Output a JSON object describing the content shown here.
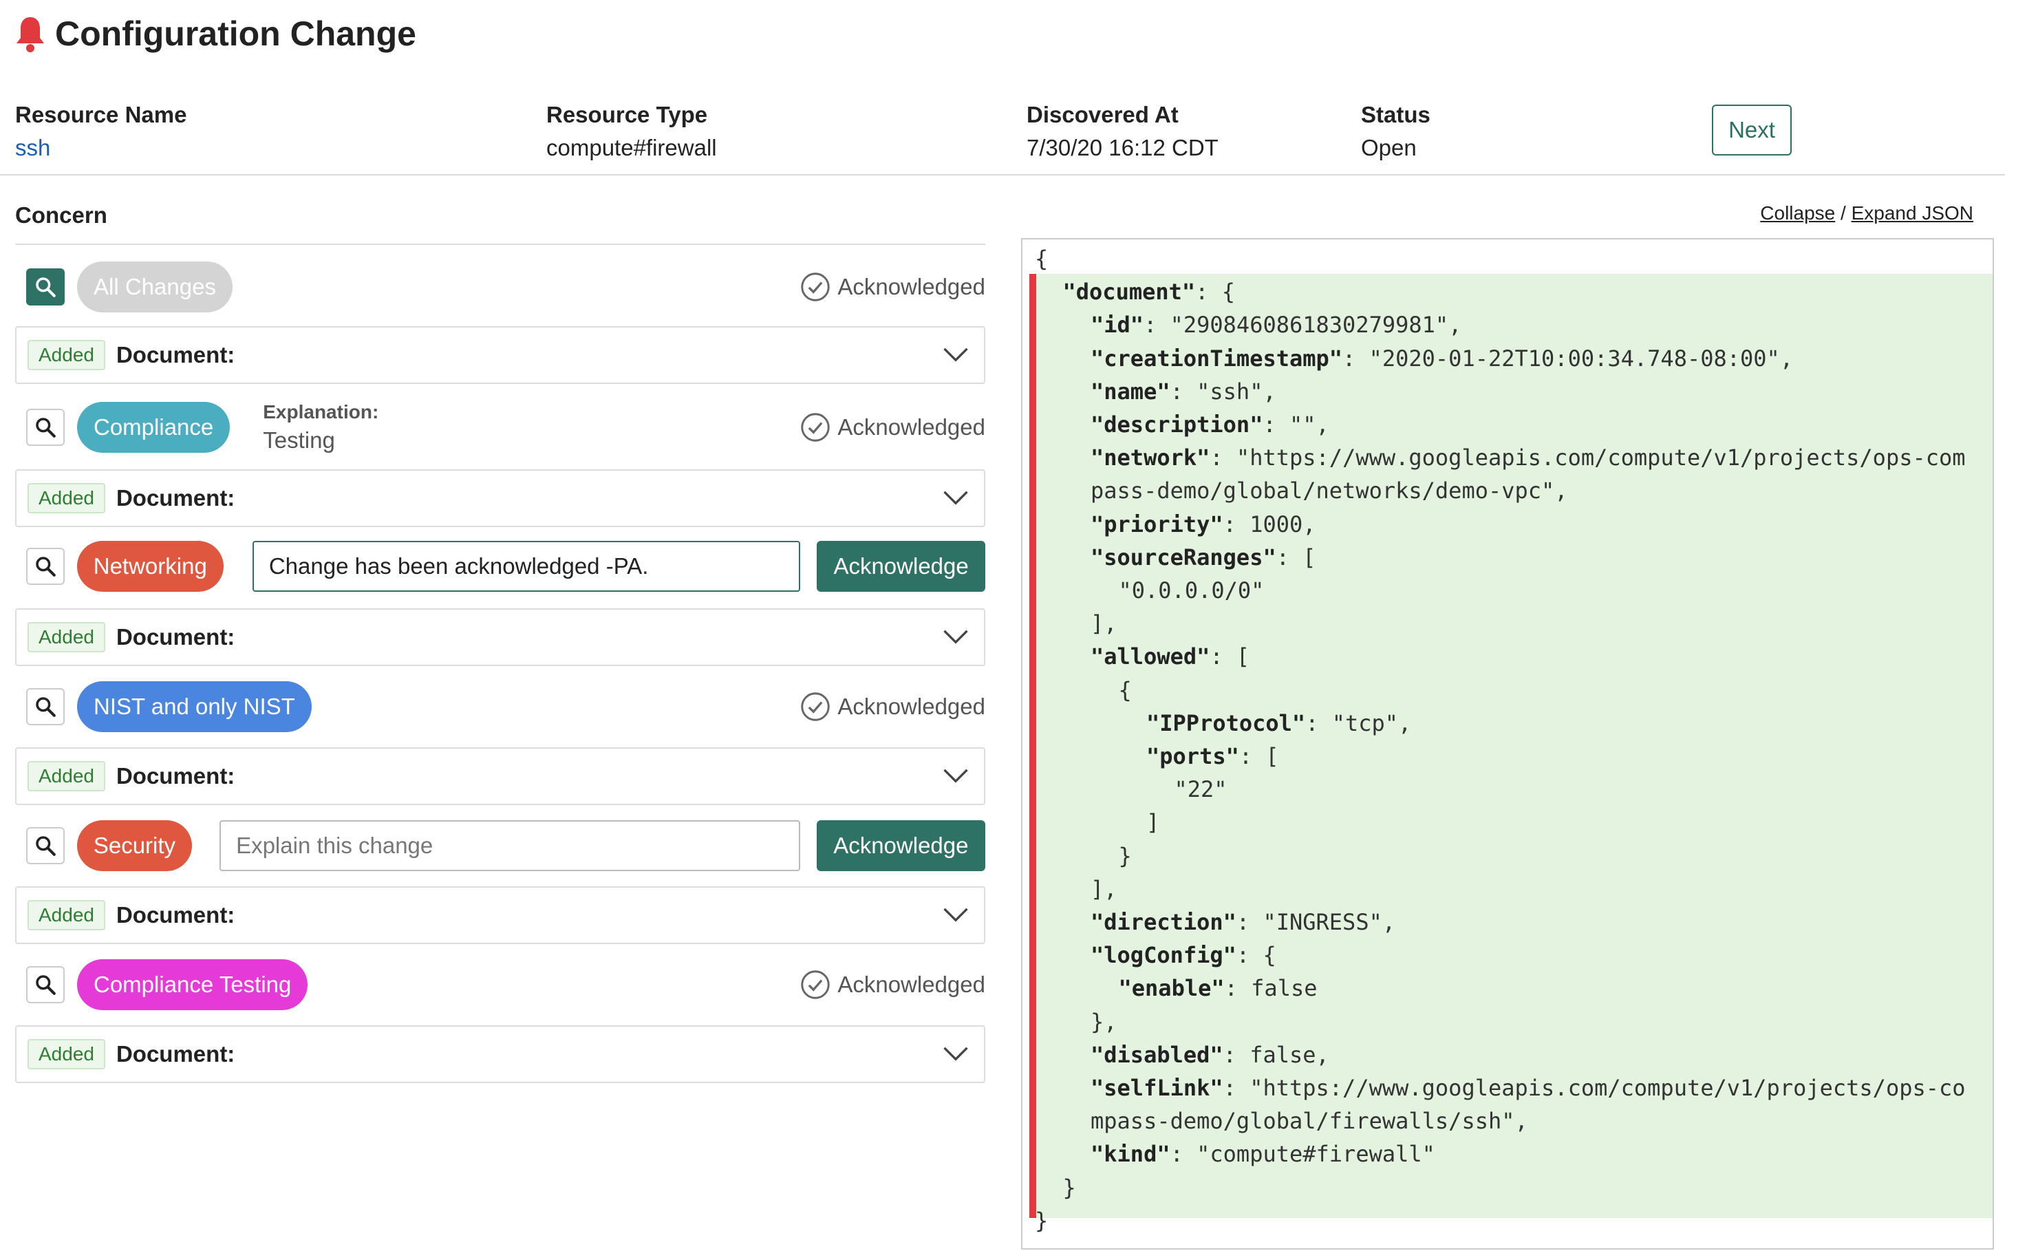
{
  "header": {
    "title": "Configuration Change",
    "resource_name_label": "Resource Name",
    "resource_name_value": "ssh",
    "resource_type_label": "Resource Type",
    "resource_type_value": "compute#firewall",
    "discovered_label": "Discovered At",
    "discovered_value": "7/30/20 16:12 CDT",
    "status_label": "Status",
    "status_value": "Open",
    "next_label": "Next"
  },
  "concern": {
    "title": "Concern",
    "collapse_label": "Collapse",
    "separator": "/",
    "expand_label": "Expand JSON",
    "changes": [
      {
        "tag": "All Changes",
        "tag_color": "#d4d4d4",
        "state": "acknowledged",
        "ack_label": "Acknowledged",
        "doc_badge": "Added",
        "doc_label": "Document:"
      },
      {
        "tag": "Compliance",
        "tag_color": "#4aaec0",
        "state": "acknowledged",
        "ack_label": "Acknowledged",
        "explanation_label": "Explanation:",
        "explanation_text": "Testing",
        "doc_badge": "Added",
        "doc_label": "Document:"
      },
      {
        "tag": "Networking",
        "tag_color": "#e0573f",
        "state": "input",
        "input_value": "Change has been acknowledged -PA.",
        "button_label": "Acknowledge",
        "doc_badge": "Added",
        "doc_label": "Document:"
      },
      {
        "tag": "NIST and only NIST",
        "tag_color": "#4a86e0",
        "state": "acknowledged",
        "ack_label": "Acknowledged",
        "doc_badge": "Added",
        "doc_label": "Document:"
      },
      {
        "tag": "Security",
        "tag_color": "#e0573f",
        "state": "input",
        "input_placeholder": "Explain this change",
        "button_label": "Acknowledge",
        "doc_badge": "Added",
        "doc_label": "Document:"
      },
      {
        "tag": "Compliance Testing",
        "tag_color": "#e53ad8",
        "state": "acknowledged",
        "ack_label": "Acknowledged",
        "doc_badge": "Added",
        "doc_label": "Document:"
      }
    ]
  },
  "json_lines": [
    {
      "indent": 0,
      "text": "{"
    },
    {
      "indent": 1,
      "key": "\"document\"",
      "rest": ": {"
    },
    {
      "indent": 2,
      "key": "\"id\"",
      "rest": ": \"2908460861830279981\","
    },
    {
      "indent": 2,
      "key": "\"creationTimestamp\"",
      "rest": ": \"2020-01-22T10:00:34.748-08:00\","
    },
    {
      "indent": 2,
      "key": "\"name\"",
      "rest": ": \"ssh\","
    },
    {
      "indent": 2,
      "key": "\"description\"",
      "rest": ": \"\","
    },
    {
      "indent": 2,
      "key": "\"network\"",
      "rest": ": \"https://www.googleapis.com/compute/v1/projects/ops-com"
    },
    {
      "indent": 2,
      "text": "pass-demo/global/networks/demo-vpc\","
    },
    {
      "indent": 2,
      "key": "\"priority\"",
      "rest": ": 1000,"
    },
    {
      "indent": 2,
      "key": "\"sourceRanges\"",
      "rest": ": ["
    },
    {
      "indent": 3,
      "text": "\"0.0.0.0/0\""
    },
    {
      "indent": 2,
      "text": "],"
    },
    {
      "indent": 2,
      "key": "\"allowed\"",
      "rest": ": ["
    },
    {
      "indent": 3,
      "text": "{"
    },
    {
      "indent": 4,
      "key": "\"IPProtocol\"",
      "rest": ": \"tcp\","
    },
    {
      "indent": 4,
      "key": "\"ports\"",
      "rest": ": ["
    },
    {
      "indent": 5,
      "text": "\"22\""
    },
    {
      "indent": 4,
      "text": "]"
    },
    {
      "indent": 3,
      "text": "}"
    },
    {
      "indent": 2,
      "text": "],"
    },
    {
      "indent": 2,
      "key": "\"direction\"",
      "rest": ": \"INGRESS\","
    },
    {
      "indent": 2,
      "key": "\"logConfig\"",
      "rest": ": {"
    },
    {
      "indent": 3,
      "key": "\"enable\"",
      "rest": ": false"
    },
    {
      "indent": 2,
      "text": "},"
    },
    {
      "indent": 2,
      "key": "\"disabled\"",
      "rest": ": false,"
    },
    {
      "indent": 2,
      "key": "\"selfLink\"",
      "rest": ": \"https://www.googleapis.com/compute/v1/projects/ops-co"
    },
    {
      "indent": 2,
      "text": "mpass-demo/global/firewalls/ssh\","
    },
    {
      "indent": 2,
      "key": "\"kind\"",
      "rest": ": \"compute#firewall\""
    },
    {
      "indent": 1,
      "text": "}"
    },
    {
      "indent": 0,
      "text": "}"
    }
  ]
}
